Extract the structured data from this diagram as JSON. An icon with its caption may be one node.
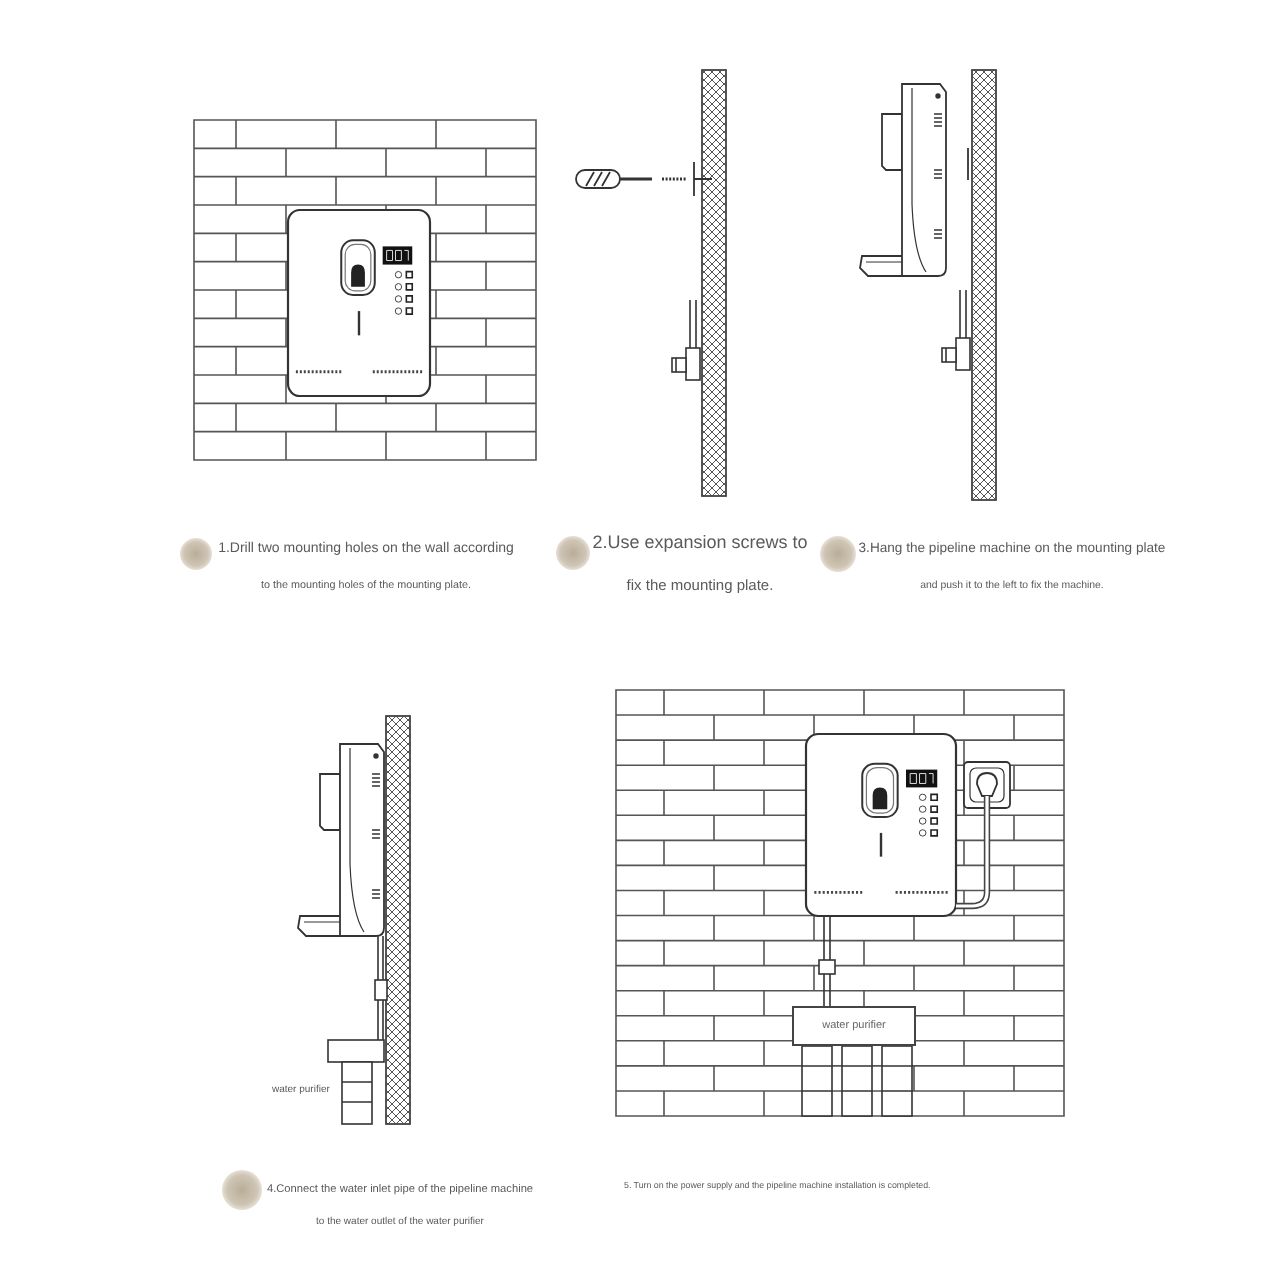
{
  "diagram": {
    "nodes": [
      {
        "text": [
          "water purifier"
        ]
      }
    ],
    "labels": [
      "1.Drill two mounting holes on the wall according to the mounting holes of the mounting plate.",
      "2.Use expansion screws to fix the mounting plate.",
      "3.Hang the pipeline machine on the mounting plate and push it to the left to fix the machine.",
      "water purifier",
      "4.Connect the water inlet pipe of the pipeline machine to the water outlet of the water purifier",
      "5. Turn on the power supply and the pipeline machine installation is completed."
    ]
  }
}
